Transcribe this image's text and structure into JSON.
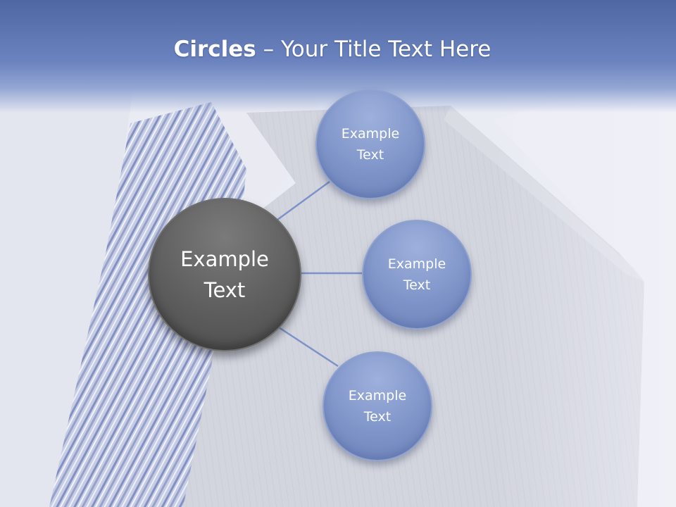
{
  "slide": {
    "title_bold": "Circles",
    "title_rest": " – Your Title Text Here"
  },
  "center_circle": {
    "line1": "Example",
    "line2": "Text"
  },
  "satellites": [
    {
      "line1": "Example",
      "line2": "Text"
    },
    {
      "line1": "Example",
      "line2": "Text"
    },
    {
      "line1": "Example",
      "line2": "Text"
    }
  ],
  "colors": {
    "title_band": "#5b72b0",
    "satellite_circle": "#8096c9",
    "center_circle": "#5e5e5e",
    "connector": "#7d93c8"
  }
}
